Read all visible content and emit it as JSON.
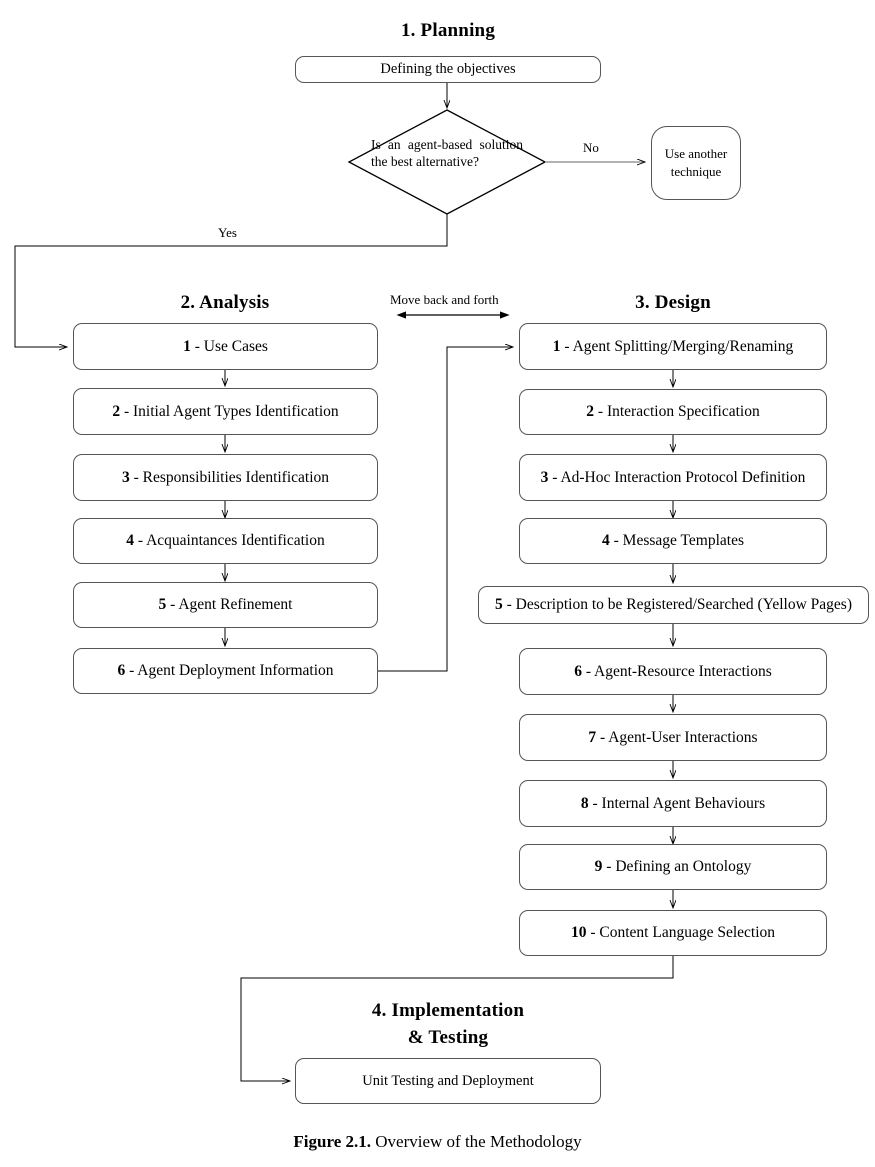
{
  "figure": {
    "caption_bold": "Figure 2.1.",
    "caption_rest": " Overview of the Methodology"
  },
  "phases": {
    "planning": "1. Planning",
    "analysis": "2. Analysis",
    "design": "3. Design",
    "implementation_line1": "4. Implementation",
    "implementation_line2": "& Testing"
  },
  "planning": {
    "objectives_box": "Defining the objectives",
    "decision_text": "Is an agent-based solution the best alternative?",
    "decision_words": [
      "Is",
      "an",
      "agent-based",
      "solution",
      "the",
      "best",
      "alternative?"
    ],
    "alt_box_line1": "Use another",
    "alt_box_line2": "technique",
    "yes_label": "Yes",
    "no_label": "No"
  },
  "analysis": {
    "steps": [
      {
        "num": "1",
        "sep": " - ",
        "text": "Use Cases"
      },
      {
        "num": "2",
        "sep": " - ",
        "text": "Initial Agent Types Identification"
      },
      {
        "num": "3",
        "sep": " - ",
        "text": "Responsibilities Identification"
      },
      {
        "num": "4",
        "sep": " - ",
        "text": "Acquaintances Identification"
      },
      {
        "num": "5",
        "sep": " - ",
        "text": "Agent Refinement"
      },
      {
        "num": "6",
        "sep": " - ",
        "text": "Agent Deployment Information"
      }
    ]
  },
  "design": {
    "steps": [
      {
        "num": "1",
        "sep": " - ",
        "text": "Agent Splitting/Merging/Renaming"
      },
      {
        "num": "2",
        "sep": " - ",
        "text": "Interaction Specification"
      },
      {
        "num": "3",
        "sep": " - ",
        "text": "Ad-Hoc Interaction Protocol Definition"
      },
      {
        "num": "4",
        "sep": " - ",
        "text": "Message Templates"
      },
      {
        "num": "5",
        "sep": " - ",
        "text": "Description to be Registered/Searched (Yellow Pages)"
      },
      {
        "num": "6",
        "sep": " - ",
        "text": "Agent-Resource Interactions"
      },
      {
        "num": "7",
        "sep": " - ",
        "text": "Agent-User Interactions"
      },
      {
        "num": "8",
        "sep": " - ",
        "text": "Internal Agent Behaviours"
      },
      {
        "num": "9",
        "sep": " - ",
        "text": "Defining an Ontology"
      },
      {
        "num": "10",
        "sep": " - ",
        "text": "Content Language Selection"
      }
    ]
  },
  "implementation": {
    "unit_testing_box": "Unit Testing and Deployment"
  },
  "connectors": {
    "move_back_and_forth": "Move back and forth"
  },
  "colors": {
    "stroke": "#555555",
    "line": "#000000",
    "background": "#ffffff",
    "text": "#000000"
  }
}
